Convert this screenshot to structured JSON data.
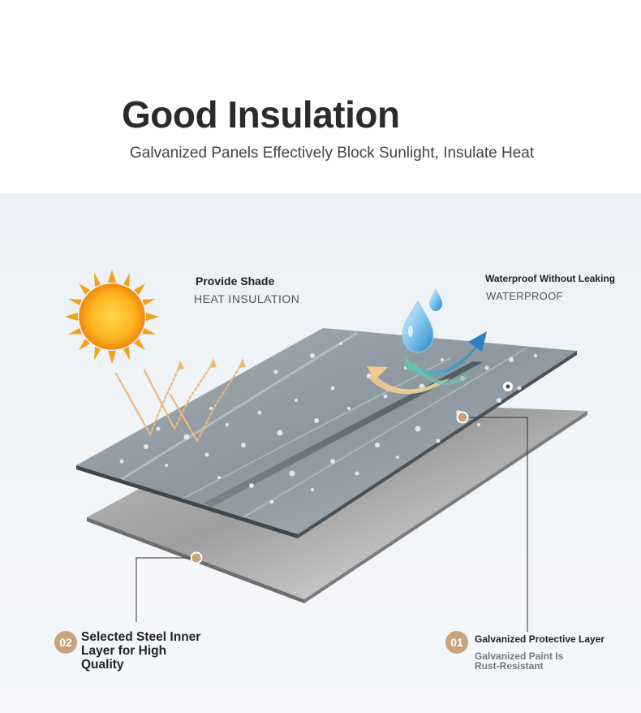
{
  "header": {
    "title": "Good Insulation",
    "subtitle": "Galvanized Panels Effectively Block Sunlight, Insulate Heat"
  },
  "features": {
    "shade": {
      "title": "Provide Shade",
      "subtitle": "HEAT INSULATION"
    },
    "waterproof": {
      "title": "Waterproof Without Leaking",
      "subtitle": "WATERPROOF"
    }
  },
  "layers": {
    "inner": {
      "number": "02",
      "text": "Selected Steel Inner Layer for High Quality"
    },
    "outer": {
      "number": "01",
      "title": "Galvanized Protective Layer",
      "subtitle": "Galvanized Paint Is Rust-Resistant"
    }
  },
  "colors": {
    "accent": "#c9a37a",
    "sun": "#f6a623",
    "water": "#4a9fd8",
    "arrow": "#f0b774"
  },
  "icons": [
    "sun-icon",
    "water-drop-icon",
    "reflect-arrows-icon",
    "deflect-arrows-icon"
  ]
}
